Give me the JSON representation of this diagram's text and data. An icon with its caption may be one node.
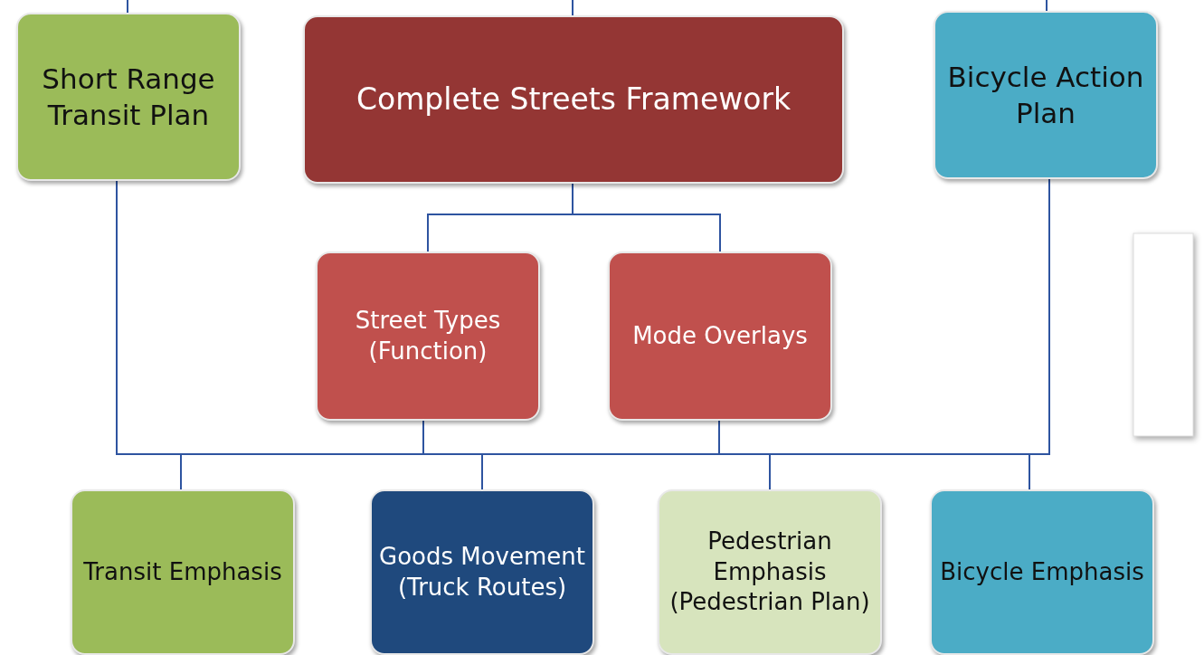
{
  "diagram": {
    "nodes": [
      {
        "text": [
          "Short Range Transit Plan"
        ]
      },
      {
        "text": [
          "Complete Streets Framework"
        ]
      },
      {
        "text": [
          "Bicycle Action Plan"
        ]
      },
      {
        "text": [
          "Street Types (Function)"
        ]
      },
      {
        "text": [
          "Mode Overlays"
        ]
      },
      {
        "text": [
          "Transit Emphasis"
        ]
      },
      {
        "text": [
          "Goods Movement (Truck Routes)"
        ]
      },
      {
        "text": [
          "Pedestrian Emphasis (Pedestrian Plan)"
        ]
      },
      {
        "text": [
          "Bicycle Emphasis"
        ]
      }
    ],
    "edges": [
      {
        "from": null,
        "to": 0,
        "arrow": "none"
      },
      {
        "from": null,
        "to": 1,
        "arrow": "none"
      },
      {
        "from": null,
        "to": 2,
        "arrow": "none"
      },
      {
        "from": 1,
        "to": 3,
        "arrow": "none"
      },
      {
        "from": 1,
        "to": 4,
        "arrow": "none"
      },
      {
        "from": 0,
        "to": 5,
        "arrow": "none"
      },
      {
        "from": 0,
        "to": 6,
        "arrow": "none"
      },
      {
        "from": 0,
        "to": 7,
        "arrow": "none"
      },
      {
        "from": 0,
        "to": 8,
        "arrow": "none"
      },
      {
        "from": 3,
        "to": 5,
        "arrow": "none"
      },
      {
        "from": 3,
        "to": 6,
        "arrow": "none"
      },
      {
        "from": 3,
        "to": 7,
        "arrow": "none"
      },
      {
        "from": 3,
        "to": 8,
        "arrow": "none"
      },
      {
        "from": 4,
        "to": 5,
        "arrow": "none"
      },
      {
        "from": 4,
        "to": 6,
        "arrow": "none"
      },
      {
        "from": 4,
        "to": 7,
        "arrow": "none"
      },
      {
        "from": 4,
        "to": 8,
        "arrow": "none"
      },
      {
        "from": 2,
        "to": 5,
        "arrow": "none"
      },
      {
        "from": 2,
        "to": 6,
        "arrow": "none"
      },
      {
        "from": 2,
        "to": 7,
        "arrow": "none"
      },
      {
        "from": 2,
        "to": 8,
        "arrow": "none"
      }
    ]
  }
}
